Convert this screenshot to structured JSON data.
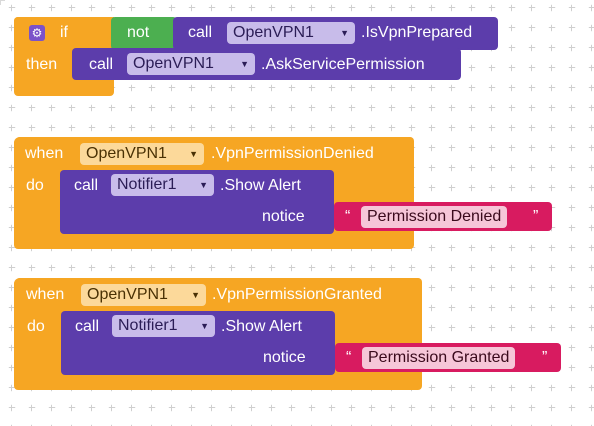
{
  "block1": {
    "if_label": "if",
    "not_label": "not",
    "call_label": "call",
    "component": "OpenVPN1",
    "method_is_prepared": ".IsVpnPrepared",
    "then_label": "then",
    "call2_label": "call",
    "component2": "OpenVPN1",
    "method_ask": ".AskServicePermission"
  },
  "block2": {
    "when_label": "when",
    "component": "OpenVPN1",
    "event": ".VpnPermissionDenied",
    "do_label": "do",
    "call_label": "call",
    "notifier": "Notifier1",
    "method": ".Show Alert",
    "param_label": "notice",
    "quote_open": "“",
    "string_value": "Permission Denied",
    "quote_close": "”"
  },
  "block3": {
    "when_label": "when",
    "component": "OpenVPN1",
    "event": ".VpnPermissionGranted",
    "do_label": "do",
    "call_label": "call",
    "notifier": "Notifier1",
    "method": ".Show Alert",
    "param_label": "notice",
    "quote_open": "“",
    "string_value": "Permission Granted",
    "quote_close": "”"
  },
  "icons": {
    "mutator": "gear-icon",
    "dropdown": "triangle-down-icon"
  },
  "colors": {
    "control": "#f6a623",
    "logic": "#4caf50",
    "component_method": "#5c3dab",
    "text": "#d81b60"
  }
}
